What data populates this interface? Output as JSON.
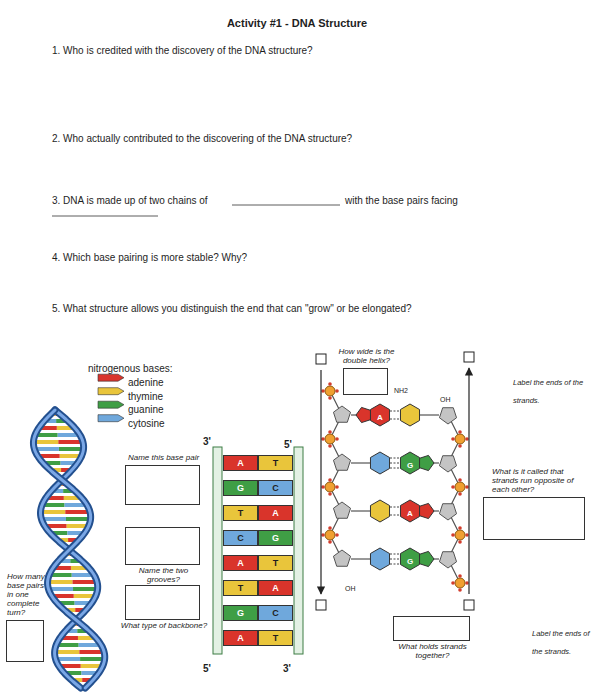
{
  "diagram": {
    "title": "Activity #1 - DNA Structure",
    "nodes": [
      {
        "text": [
          "How wide is the double helix?"
        ]
      },
      {
        "text": [
          "Name this base pair"
        ]
      },
      {
        "text": [
          "A"
        ]
      },
      {
        "text": [
          "T"
        ]
      },
      {
        "text": [
          "G"
        ]
      },
      {
        "text": [
          "C"
        ]
      },
      {
        "text": [
          "T"
        ]
      },
      {
        "text": [
          "A"
        ]
      },
      {
        "text": [
          "C"
        ]
      },
      {
        "text": [
          "G"
        ]
      },
      {
        "text": [
          "A"
        ]
      },
      {
        "text": [
          "T"
        ]
      },
      {
        "text": [
          "T"
        ]
      },
      {
        "text": [
          "A"
        ]
      },
      {
        "text": [
          "G"
        ]
      },
      {
        "text": [
          "C"
        ]
      },
      {
        "text": [
          "A"
        ]
      },
      {
        "text": [
          "T"
        ]
      },
      {
        "text": [
          "What is it called that strands run opposite of each other?"
        ]
      },
      {
        "text": [
          "Name the two grooves?"
        ]
      },
      {
        "text": [
          "What holds strands together?"
        ]
      },
      {
        "text": [
          "What type of backbone?"
        ]
      },
      {
        "text": [
          "How many base pairs in one complete turn?"
        ]
      }
    ],
    "labels": [
      "1. Who is credited with the discovery of the DNA structure?",
      "2. Who actually contributed to the discovering of the DNA structure?",
      "3. DNA is made up of two chains of",
      "with the base pairs facing",
      "4. Which base pairing is more stable? Why?",
      "5. What structure allows you distinguish the end that can \"grow\" or be elongated?",
      "nitrogenous bases:",
      "3'",
      "5'",
      "5'",
      "3'",
      "Label the ends of the strands.",
      "Label the ends of the strands.",
      "NH2",
      "OH",
      "OH",
      "A",
      "G",
      "A",
      "G"
    ],
    "legend": [
      {
        "text": "adenine",
        "color": "#d9342b"
      },
      {
        "text": "thymine",
        "color": "#e9c53b"
      },
      {
        "text": "guanine",
        "color": "#3f9e45"
      },
      {
        "text": "cytosine",
        "color": "#6fa8dc"
      }
    ]
  }
}
